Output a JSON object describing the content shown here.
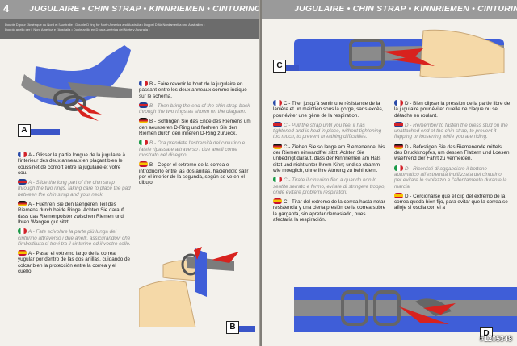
{
  "header": {
    "left_page_number": "4",
    "left_title": "JUGULAIRE • CHIN STRAP • KINNRIEMEN • CINTURINO • CINCHA",
    "right_title": "JUGULAIRE • CHIN STRAP • KINNRIEMEN • CINTURINO • CINCHA",
    "subtitle_lines": [
      "Double D pour l'Amérique du Nord et l'Australie • Double D ring for North America and Australia • Doppel D für Nordamerika und Australien •",
      "Doppio anello per il Nord America e l'Australia • Doble anillo en D para América del Norte y Australia •"
    ]
  },
  "figures": {
    "a_label": "A",
    "b_label": "B",
    "c_label": "C",
    "d_label": "D"
  },
  "colors": {
    "strap_blue": "#3f5ed8",
    "strap_gray": "#8b8b8b",
    "arrow_red": "#d8221e",
    "skin": "#f5d9a8",
    "header_gray": "#9a9a9a"
  },
  "text": {
    "a": [
      {
        "flag": "fr",
        "lang": "fr",
        "text": "A - Glisser la partie longue de la jugulaire à l'intérieur des deux anneaux en plaçant bien le coussinet de confort entre la jugulaire et votre cou."
      },
      {
        "flag": "gb",
        "lang": "en",
        "text": "A - Slide the long part of the chin strap through the two rings, taking care to place the pad between the chin strap and your neck."
      },
      {
        "flag": "de",
        "lang": "de",
        "text": "A - Fuehren Sie den laengeren Teil des Riemens durch beide Ringe. Achten Sie darauf, dass das Riemenpolster zwischen Riemen und Ihren Wangen gut sitzt."
      },
      {
        "flag": "it",
        "lang": "it",
        "text": "A - Fate scivolare la parte più lunga del cinturino attraverso i due anelli, assicurandovi che l'imbottitura si trovi tra il cinturino ed il vostro collo."
      },
      {
        "flag": "es",
        "lang": "es",
        "text": "A - Pasar el extremo largo de la correa yugular por dentro de las dos anillas, cuidando de colcar bien la protección entre la correa y el cuello."
      }
    ],
    "b": [
      {
        "flag": "fr",
        "lang": "fr",
        "text": "B - Faire revenir le bout de la jugulaire en passant entre les deux anneaux comme indiqué sur le schéma."
      },
      {
        "flag": "gb",
        "lang": "en",
        "text": "B - Then bring the end of the chin strap back through the two rings as shown on the diagram."
      },
      {
        "flag": "de",
        "lang": "de",
        "text": "B - Schlingen Sie das Ende des Riemens um den aeusseren D-Ring und fuehren Sie den Riemen durch den inneren D-Ring zurueck."
      },
      {
        "flag": "it",
        "lang": "it",
        "text": "B - Ora prendete l'estremità del cinturino e fatele ripassare attraverso i due anelli come mostrato nel disegno."
      },
      {
        "flag": "es",
        "lang": "es",
        "text": "B - Coger el extremo de la correa e introducirlo entre las dos anillas, haciéndolo salir por el interior de la segunda, según se ve en el dibujo."
      }
    ],
    "c": [
      {
        "flag": "fr",
        "lang": "fr",
        "text": "C - Tirer jusqu'à sentir une résistance de la lanière et un maintien sous la gorge, sans excès, pour éviter une gêne de la respiration."
      },
      {
        "flag": "gb",
        "lang": "en",
        "text": "C - Pull the strap until you feel it has tightened and is held in place, without tightening too much, to prevent breathing difficulties."
      },
      {
        "flag": "de",
        "lang": "de",
        "text": "C - Ziehen Sie so lange am Riemenende, bis der Riemen einwandfrei sitzt. Achten Sie unbedingt darauf, dass der Kinnriemen am Hals sitzt und nicht unter Ihrem Kinn; und so stramm wie moeglich, ohne Ihre Atmung zu behindern."
      },
      {
        "flag": "it",
        "lang": "it",
        "text": "C - Tirate il cinturino fino a quando non lo sentite serrato e fermo, evitate di stringere troppo, onde evitare problemi respiratori."
      },
      {
        "flag": "es",
        "lang": "es",
        "text": "C - Tirar del extremo de la correa hasta notar resistencia y una cierta presión de la correa sobre la garganta, sin apretar demasiado, pues afectaría la respiración."
      }
    ],
    "d": [
      {
        "flag": "fr",
        "lang": "fr",
        "text": "D - Bien clipser la pression de la partie libre de la jugulaire pour éviter qu'elle ne claque ou se détache en roulant."
      },
      {
        "flag": "gb",
        "lang": "en",
        "text": "D - Remember to fasten the press stud on the unattached end of the chin strap, to prevent it flapping or loosening while you are riding."
      },
      {
        "flag": "de",
        "lang": "de",
        "text": "D - Befestigen Sie das Riemenende mittels des Druckknopfes, um dessen Flattern und Loesen waehrend der Fahrt zu vermeiden."
      },
      {
        "flag": "it",
        "lang": "it",
        "text": "D - Ricordati di agganciare il bottone automatico all'estremità inutilizzata del cinturino, per evitare lo svolazzio e l'allentamento durante la marcia."
      },
      {
        "flag": "es",
        "lang": "es",
        "text": "D - Cercionarse que el clip del extremo de la correa queda bien fijo, para evitar que la correa se afloje si oscila con el a"
      }
    ]
  },
  "watermark": "#1205348"
}
